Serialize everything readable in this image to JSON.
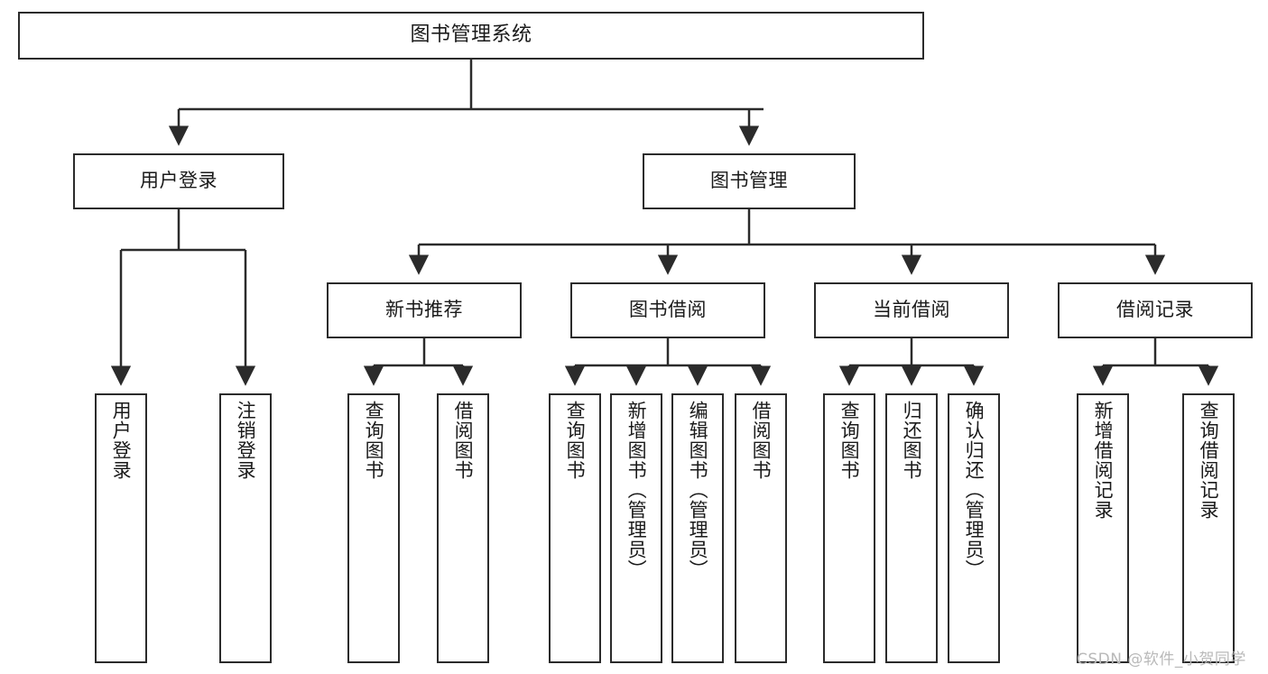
{
  "diagram": {
    "title": "图书管理系统",
    "type": "tree",
    "orientation": "top-down",
    "colors": {
      "box_border": "#2b2b2b",
      "box_fill": "#ffffff",
      "edge": "#2b2b2b",
      "text": "#1a1a1a",
      "watermark": "#b9b9b9",
      "background": "#ffffff"
    },
    "nodes": {
      "root": {
        "label": "图书管理系统"
      },
      "level1": [
        {
          "id": "user-login",
          "label": "用户登录"
        },
        {
          "id": "book-manage",
          "label": "图书管理"
        }
      ],
      "level2": [
        {
          "id": "new-book-recommend",
          "label": "新书推荐"
        },
        {
          "id": "book-borrow",
          "label": "图书借阅"
        },
        {
          "id": "current-borrow",
          "label": "当前借阅"
        },
        {
          "id": "borrow-record",
          "label": "借阅记录"
        }
      ],
      "leaves": {
        "user-login": [
          {
            "id": "leaf-user-login",
            "label": "用户登录"
          },
          {
            "id": "leaf-logout-login",
            "label": "注销登录"
          }
        ],
        "new-book-recommend": [
          {
            "id": "leaf-query-book-1",
            "label": "查询图书"
          },
          {
            "id": "leaf-borrow-book-1",
            "label": "借阅图书"
          }
        ],
        "book-borrow": [
          {
            "id": "leaf-query-book-2",
            "label": "查询图书"
          },
          {
            "id": "leaf-add-book",
            "label": "新增图书（管理员）"
          },
          {
            "id": "leaf-edit-book",
            "label": "编辑图书（管理员）"
          },
          {
            "id": "leaf-borrow-book-2",
            "label": "借阅图书"
          }
        ],
        "current-borrow": [
          {
            "id": "leaf-query-book-3",
            "label": "查询图书"
          },
          {
            "id": "leaf-return-book",
            "label": "归还图书"
          },
          {
            "id": "leaf-confirm-return",
            "label": "确认归还（管理员）"
          }
        ],
        "borrow-record": [
          {
            "id": "leaf-add-record",
            "label": "新增借阅记录"
          },
          {
            "id": "leaf-query-record",
            "label": "查询借阅记录"
          }
        ]
      }
    },
    "watermark": "CSDN @软件_小贺同学"
  }
}
